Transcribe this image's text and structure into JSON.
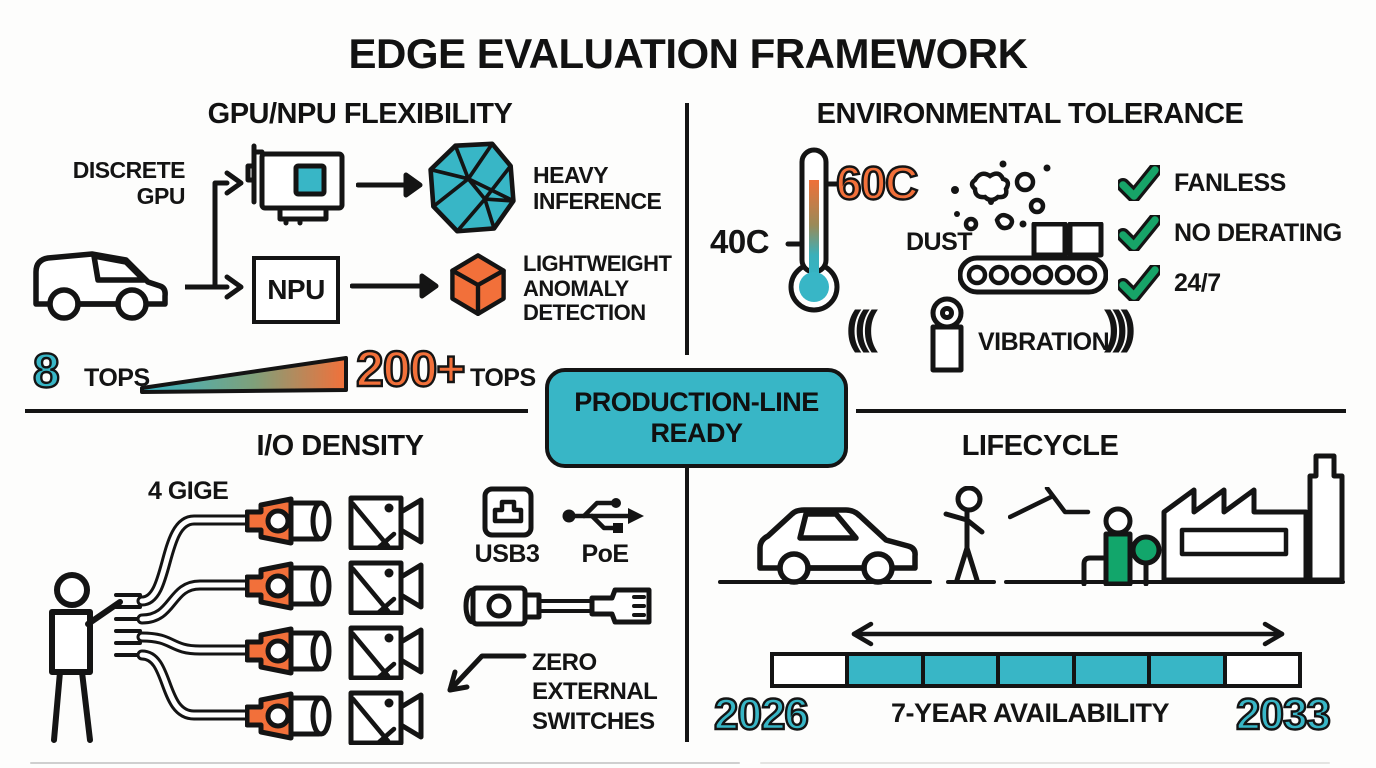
{
  "title": "EDGE EVALUATION FRAMEWORK",
  "colors": {
    "teal": "#38b6c6",
    "orange": "#f2703a",
    "green": "#17a468",
    "ink": "#141414"
  },
  "badge": {
    "lines": [
      "PRODUCTION-LINE",
      "READY"
    ]
  },
  "gpu_npu": {
    "heading": "GPU/NPU FLEXIBILITY",
    "discrete_gpu_lines": [
      "DISCRETE",
      "GPU"
    ],
    "npu_label": "NPU",
    "heavy_inference_lines": [
      "HEAVY",
      "INFERENCE"
    ],
    "lightweight_lines": [
      "LIGHTWEIGHT",
      "ANOMALY",
      "DETECTION"
    ],
    "tops_min_value": "8",
    "tops_min_unit": "TOPS",
    "tops_max_value": "200+",
    "tops_max_unit": "TOPS"
  },
  "environment": {
    "heading": "ENVIRONMENTAL TOLERANCE",
    "temp_high": "60C",
    "temp_low": "40C",
    "dust_label": "DUST",
    "vibration_label": "VIBRATION",
    "vibration_left": "(((",
    "vibration_right": ")))",
    "checks": [
      "FANLESS",
      "NO DERATING",
      "24/7"
    ]
  },
  "io": {
    "heading": "I/O DENSITY",
    "gige_label": "4 GIGE",
    "usb_label": "USB3",
    "poe_label": "PoE",
    "zero_switch_lines": [
      "ZERO",
      "EXTERNAL",
      "SWITCHES"
    ]
  },
  "lifecycle": {
    "heading": "LIFECYCLE",
    "start_year": "2026",
    "end_year": "2033",
    "availability_label": "7-YEAR AVAILABILITY"
  }
}
